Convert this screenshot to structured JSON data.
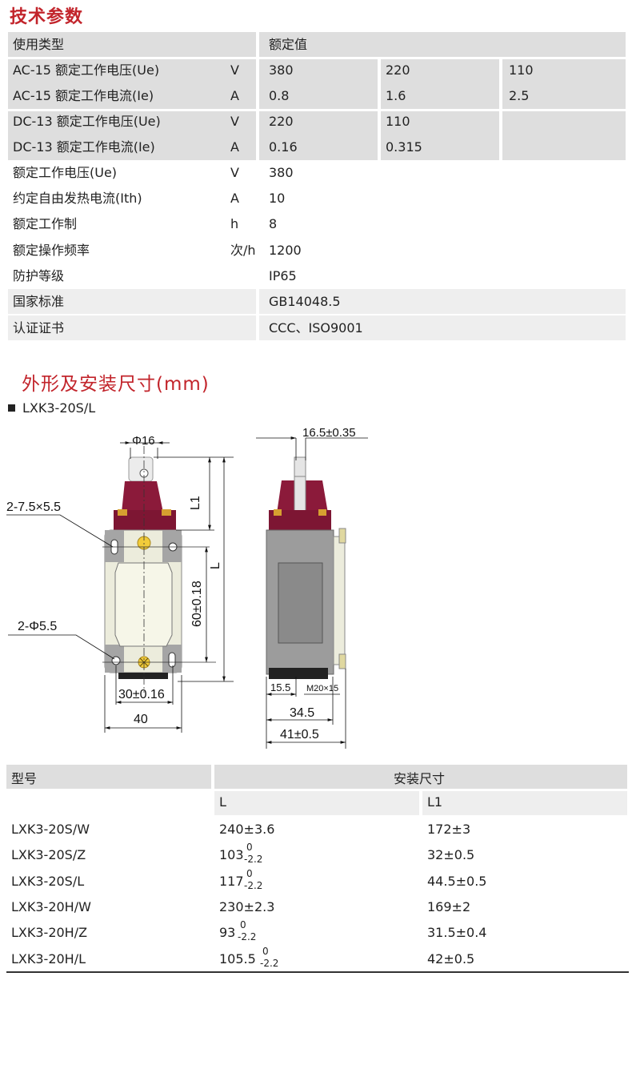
{
  "section1_title": "技术参数",
  "specs": {
    "header": {
      "type": "使用类型",
      "rated": "额定值"
    },
    "rows": [
      {
        "name": "AC-15  额定工作电压(Ue)",
        "unit": "V",
        "v1": "380",
        "v2": "220",
        "v3": "110"
      },
      {
        "name": "AC-15  额定工作电流(Ie)",
        "unit": "A",
        "v1": "0.8",
        "v2": "1.6",
        "v3": "2.5"
      },
      {
        "name": "DC-13  额定工作电压(Ue)",
        "unit": "V",
        "v1": "220",
        "v2": "110",
        "v3": ""
      },
      {
        "name": "DC-13  额定工作电流(Ie)",
        "unit": "A",
        "v1": "0.16",
        "v2": "0.315",
        "v3": ""
      },
      {
        "name": "额定工作电压(Ue)",
        "unit": "V",
        "v1": "380"
      },
      {
        "name": "约定自由发热电流(Ith)",
        "unit": "A",
        "v1": "10"
      },
      {
        "name": "额定工作制",
        "unit": "h",
        "v1": "8"
      },
      {
        "name": "额定操作频率",
        "unit": "次/h",
        "v1": "1200"
      },
      {
        "name": "防护等级",
        "unit": "",
        "v1": "IP65"
      },
      {
        "name": "国家标准",
        "unit": "",
        "v1": "GB14048.5"
      },
      {
        "name": "认证证书",
        "unit": "",
        "v1": "CCC、ISO9001"
      }
    ]
  },
  "section2_title": "外形及安装尺寸(mm)",
  "model_label": "LXK3-20S/L",
  "diagram": {
    "phi16": "Φ16",
    "slot": "2-7.5×5.5",
    "hole": "2-Φ5.5",
    "L1": "L1",
    "L": "L",
    "h60": "60±0.18",
    "w30": "30±0.16",
    "w40": "40",
    "d165": "16.5±0.35",
    "d155": "15.5",
    "m20": "M20×15",
    "d345": "34.5",
    "d41": "41±0.5"
  },
  "mount_table": {
    "col_model": "型号",
    "col_dim": "安装尺寸",
    "col_L": "L",
    "col_L1": "L1",
    "rows": [
      {
        "model": "LXK3-20S/W",
        "L": "240±3.6",
        "L_up": "",
        "L_dn": "",
        "L1": "172±3"
      },
      {
        "model": "LXK3-20S/Z",
        "L": "103",
        "L_up": "0",
        "L_dn": "-2.2",
        "L1": "32±0.5"
      },
      {
        "model": "LXK3-20S/L",
        "L": "117",
        "L_up": "0",
        "L_dn": "-2.2",
        "L1": "44.5±0.5"
      },
      {
        "model": "LXK3-20H/W",
        "L": "230±2.3",
        "L_up": "",
        "L_dn": "",
        "L1": "169±2"
      },
      {
        "model": "LXK3-20H/Z",
        "L": "93",
        "L_up": "0",
        "L_dn": "-2.2",
        "L1": "31.5±0.4"
      },
      {
        "model": "LXK3-20H/L",
        "L": "105.5",
        "L_up": "0",
        "L_dn": "-2.2",
        "L1": "42±0.5"
      }
    ]
  },
  "colors": {
    "title_red": "#c2242b",
    "table_gray": "#dedede",
    "cap_maroon": "#8b1a3a",
    "body_gray": "#9c9c9c"
  }
}
